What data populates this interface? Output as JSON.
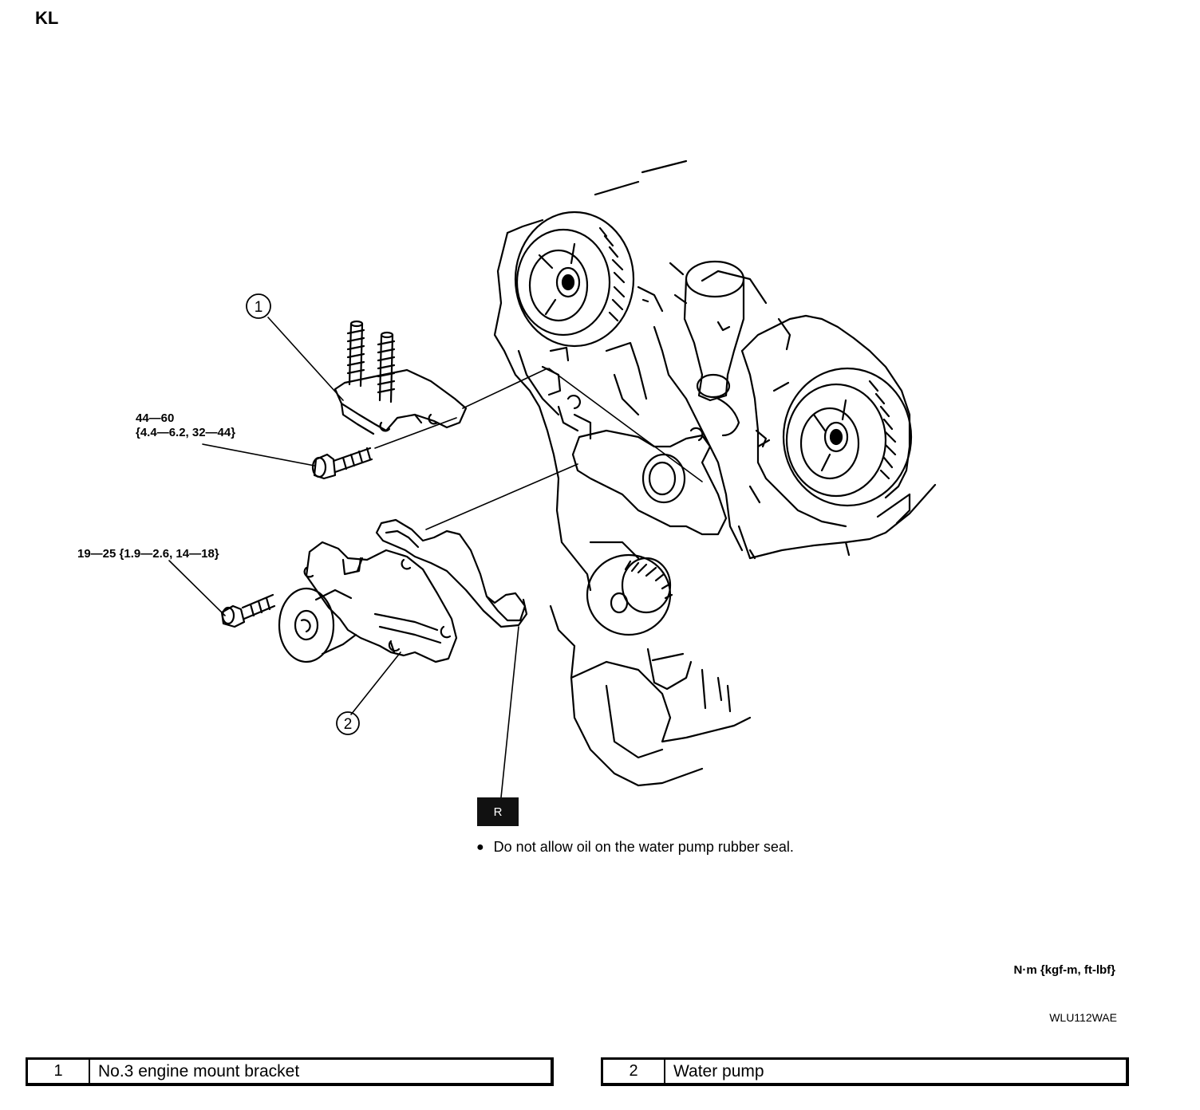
{
  "engine_code": "KL",
  "callouts": {
    "part1": "1",
    "part2": "2"
  },
  "torque_specs": {
    "bracket_bolt_line1": "44—60",
    "bracket_bolt_line2": "{4.4—6.2, 32—44}",
    "pump_bolt": "19—25 {1.9—2.6, 14—18}"
  },
  "seal_mark": "R",
  "note": "Do not allow oil on the water pump rubber seal.",
  "units": "N·m {kgf-m, ft-lbf}",
  "figure_code": "WLU112WAE",
  "parts": [
    {
      "no": "1",
      "name": "No.3 engine mount bracket"
    },
    {
      "no": "2",
      "name": "Water pump"
    }
  ]
}
